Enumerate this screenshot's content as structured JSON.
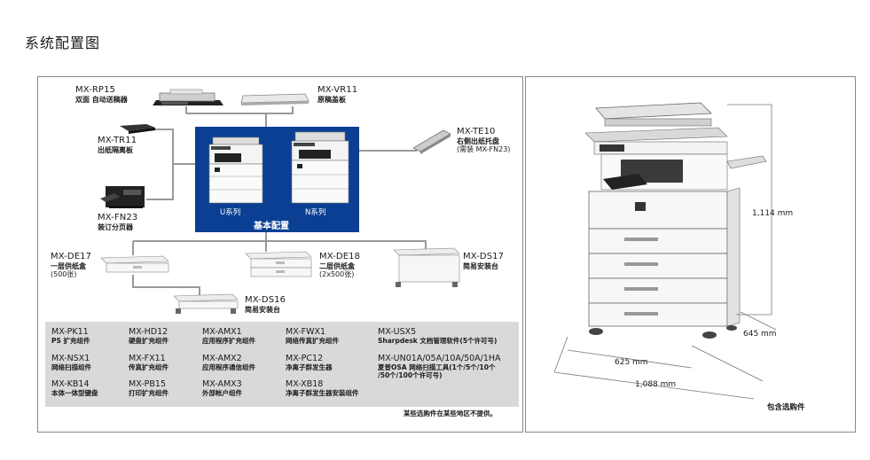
{
  "title": "系统配置图",
  "colors": {
    "base_box": "#0a3f93",
    "options_bg": "#d9d9d9",
    "lines": "#999999"
  },
  "components": {
    "rp15": {
      "code": "MX-RP15",
      "name": "双面 自动送稿器"
    },
    "vr11": {
      "code": "MX-VR11",
      "name": "原稿盖板"
    },
    "tr11": {
      "code": "MX-TR11",
      "name": "出纸隔离板"
    },
    "fn23": {
      "code": "MX-FN23",
      "name": "装订分页器"
    },
    "te10": {
      "code": "MX-TE10",
      "name": "右侧出纸托盘",
      "note": "(需装 MX-FN23)"
    },
    "de17": {
      "code": "MX-DE17",
      "name": "一层供纸盒",
      "note": "(500张)"
    },
    "de18": {
      "code": "MX-DE18",
      "name": "二层供纸盒",
      "note": "(2x500张)"
    },
    "ds17": {
      "code": "MX-DS17",
      "name": "简易安装台"
    },
    "ds16": {
      "code": "MX-DS16",
      "name": "简易安装台"
    }
  },
  "base": {
    "series_u": "U系列",
    "series_n": "N系列",
    "label": "基本配置"
  },
  "options": [
    {
      "code": "MX-PK11",
      "name": "PS 扩充组件"
    },
    {
      "code": "MX-HD12",
      "name": "硬盘扩充组件"
    },
    {
      "code": "MX-AMX1",
      "name": "应用程序扩充组件"
    },
    {
      "code": "MX-FWX1",
      "name": "网络传真扩充组件"
    },
    {
      "code": "MX-USX5",
      "name": "Sharpdesk 文档管理软件(5个许可号)"
    },
    {
      "code": "MX-NSX1",
      "name": "网络扫描组件"
    },
    {
      "code": "MX-FX11",
      "name": "传真扩充组件"
    },
    {
      "code": "MX-AMX2",
      "name": "应用程序通信组件"
    },
    {
      "code": "MX-PC12",
      "name": "净离子群发生器"
    },
    {
      "code": "MX-UN01A/05A/10A/50A/1HA",
      "name": "夏普OSA 网络扫描工具(1个/5个/10个",
      "name2": "/50个/100个许可号)"
    },
    {
      "code": "MX-KB14",
      "name": "本体一体型键盘"
    },
    {
      "code": "MX-PB15",
      "name": "打印扩充组件"
    },
    {
      "code": "MX-AMX3",
      "name": "外部帐户组件"
    },
    {
      "code": "MX-XB18",
      "name": "净离子群发生器安装组件"
    }
  ],
  "footnote": "某些选购件在某些地区不提供。",
  "dimensions": {
    "height": "1,114 mm",
    "depth": "645 mm",
    "width": "625 mm",
    "total_width": "1,088 mm"
  },
  "caption": "包含选购件"
}
